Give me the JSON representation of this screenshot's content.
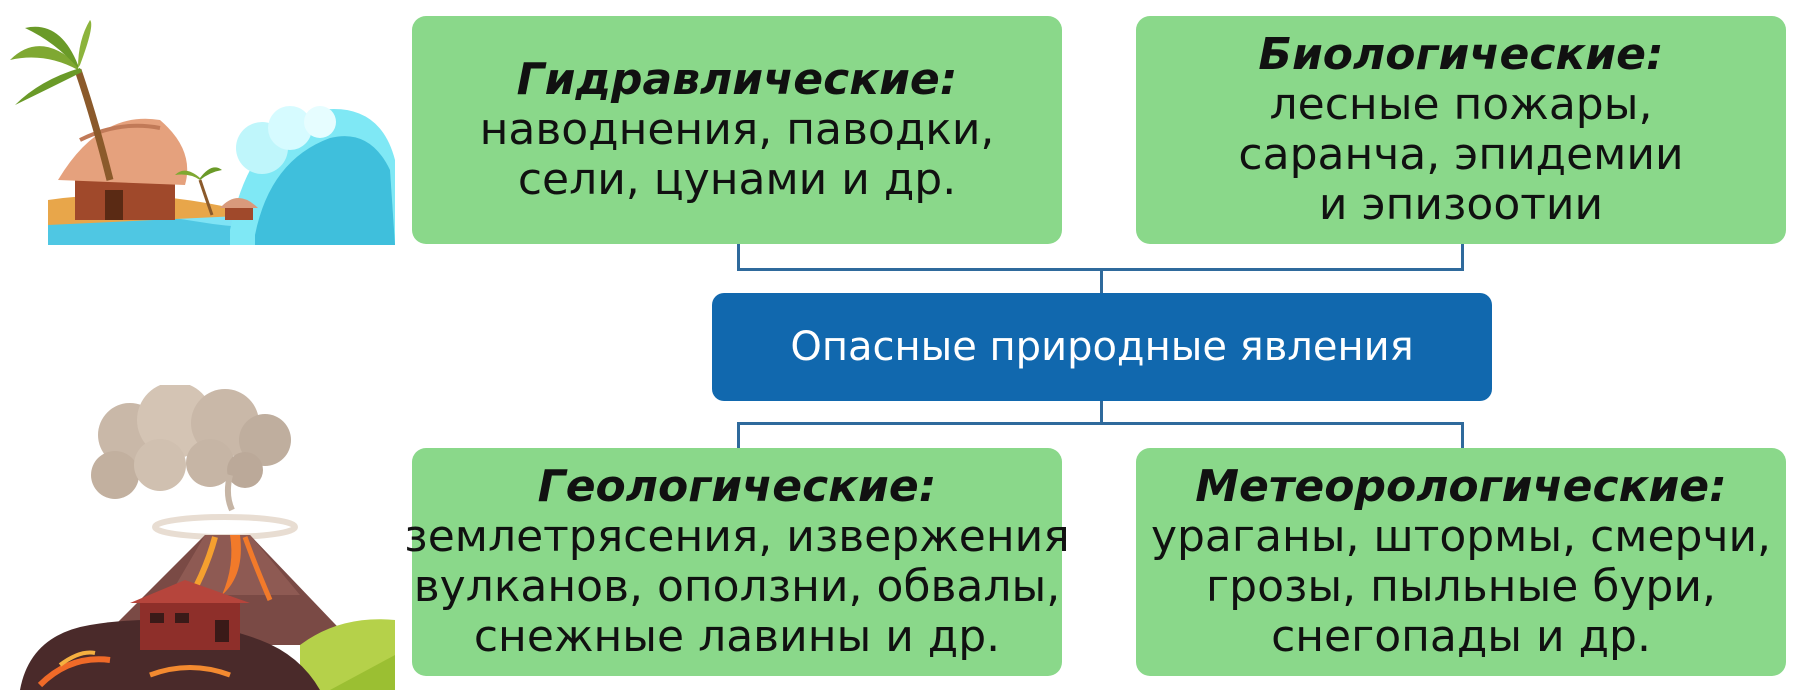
{
  "diagram": {
    "center": {
      "label": "Опасные природные явления"
    },
    "boxes": {
      "hydraulic": {
        "title": "Гидравлические:",
        "lines": [
          "наводнения, паводки,",
          "сели, цунами и др."
        ]
      },
      "biological": {
        "title": "Биологические:",
        "lines": [
          "лесные пожары,",
          "саранча, эпидемии",
          "и эпизоотии"
        ]
      },
      "geological": {
        "title": "Геологические:",
        "lines": [
          "землетрясения, извержения",
          "вулканов, оползни, обвалы,",
          "снежные лавины и др."
        ]
      },
      "meteorological": {
        "title": "Метеорологические:",
        "lines": [
          "ураганы, штормы, смерчи,",
          "грозы, пыльные бури,",
          "снегопады и др."
        ]
      }
    },
    "illustrations": [
      "tsunami-island",
      "erupting-volcano"
    ]
  },
  "colors": {
    "box_fill": "#8ad88a",
    "center_fill": "#1168ae",
    "connector": "#2f6a9c"
  }
}
